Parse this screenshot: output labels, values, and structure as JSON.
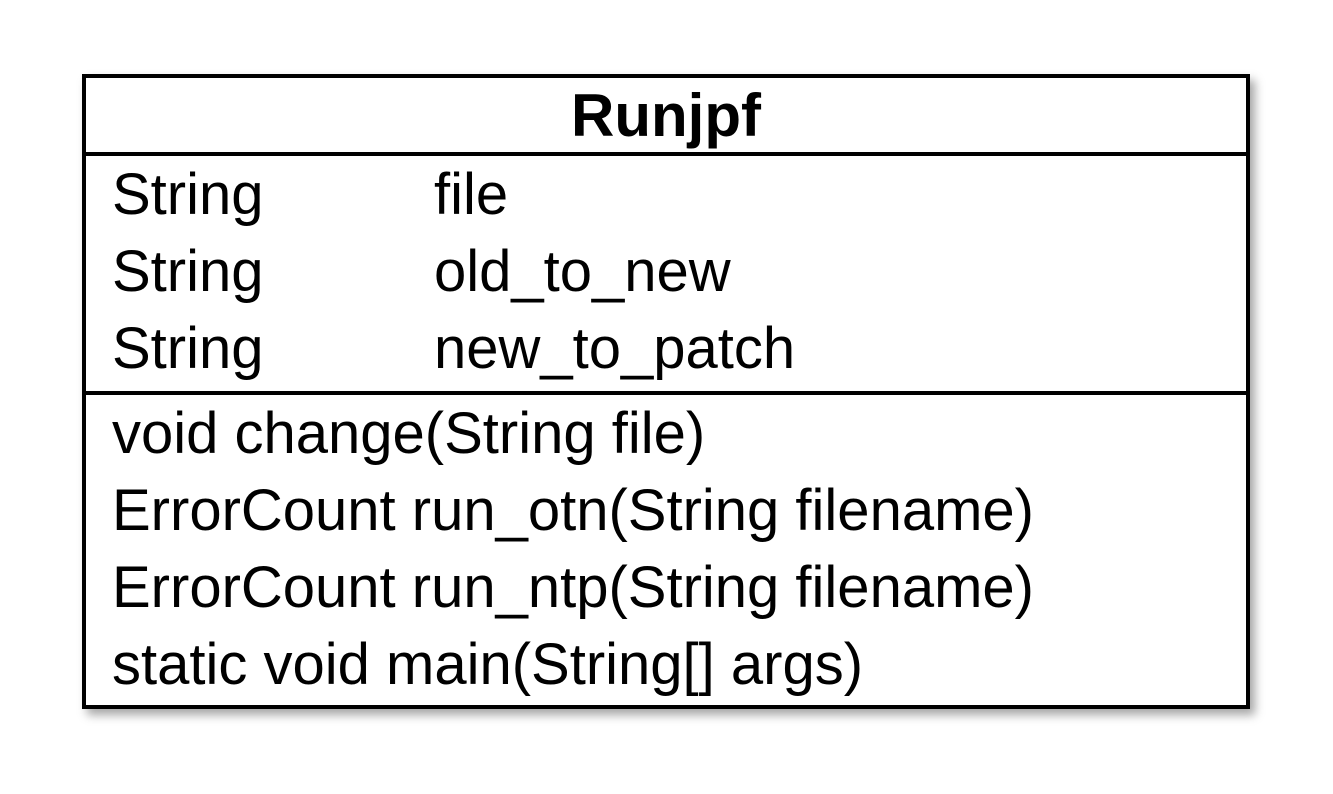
{
  "uml_class": {
    "name": "Runjpf",
    "attributes": [
      {
        "type": "String",
        "name": "file"
      },
      {
        "type": "String",
        "name": "old_to_new"
      },
      {
        "type": "String",
        "name": "new_to_patch"
      }
    ],
    "operations": [
      "void change(String file)",
      "ErrorCount run_otn(String filename)",
      "ErrorCount run_ntp(String filename)",
      "static void main(String[] args)"
    ]
  }
}
